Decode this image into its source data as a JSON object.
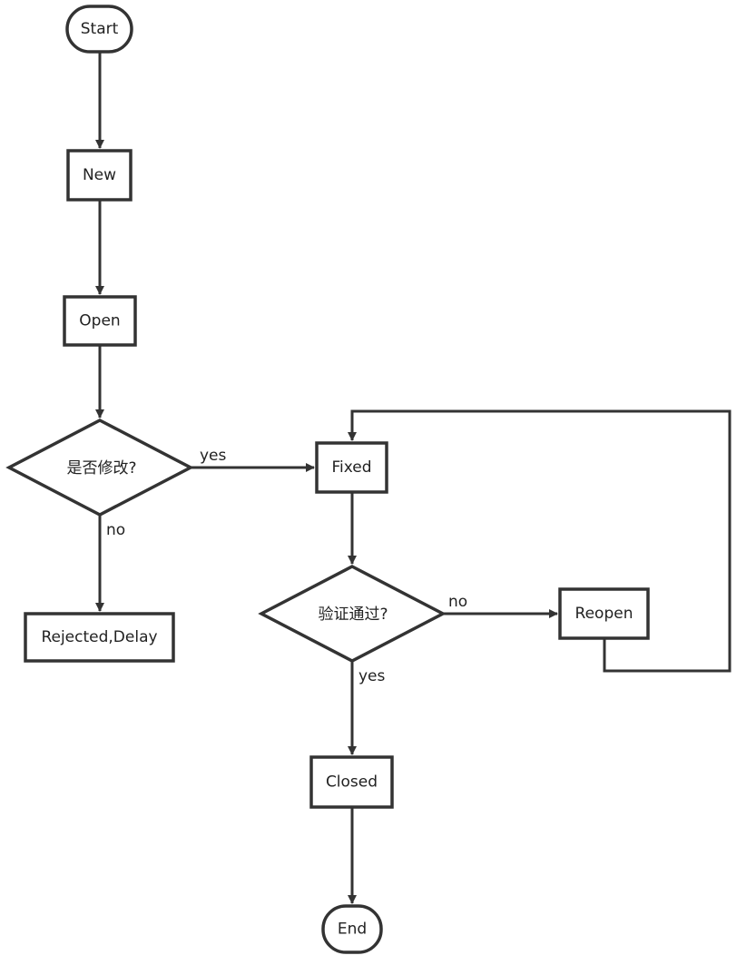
{
  "nodes": {
    "start": "Start",
    "new": "New",
    "open": "Open",
    "decision_modify": "是否修改?",
    "fixed": "Fixed",
    "rejected": "Rejected,Delay",
    "decision_verify": "验证通过?",
    "reopen": "Reopen",
    "closed": "Closed",
    "end": "End"
  },
  "edges": {
    "modify_yes": "yes",
    "modify_no": "no",
    "verify_no": "no",
    "verify_yes": "yes"
  },
  "colors": {
    "stroke": "#333333",
    "background": "#ffffff",
    "text": "#222222"
  }
}
